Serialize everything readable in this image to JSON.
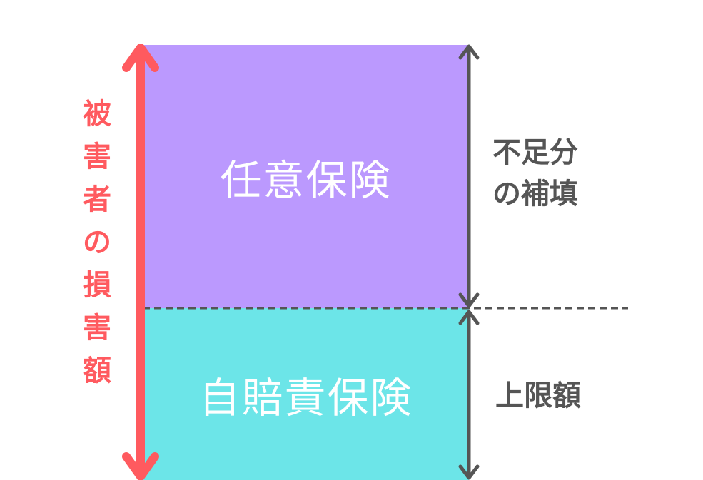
{
  "diagram": {
    "voluntary_insurance": "任意保険",
    "compulsory_insurance": "自賠責保険",
    "victim_damage_label": "被害者の損害額",
    "shortfall_label_line1": "不足分",
    "shortfall_label_line2": "の補填",
    "limit_label": "上限額",
    "colors": {
      "voluntary": "#bb99fe",
      "compulsory": "#6ce5e8",
      "damage_arrow": "#ff5a5f",
      "dim_arrow": "#555555"
    }
  }
}
